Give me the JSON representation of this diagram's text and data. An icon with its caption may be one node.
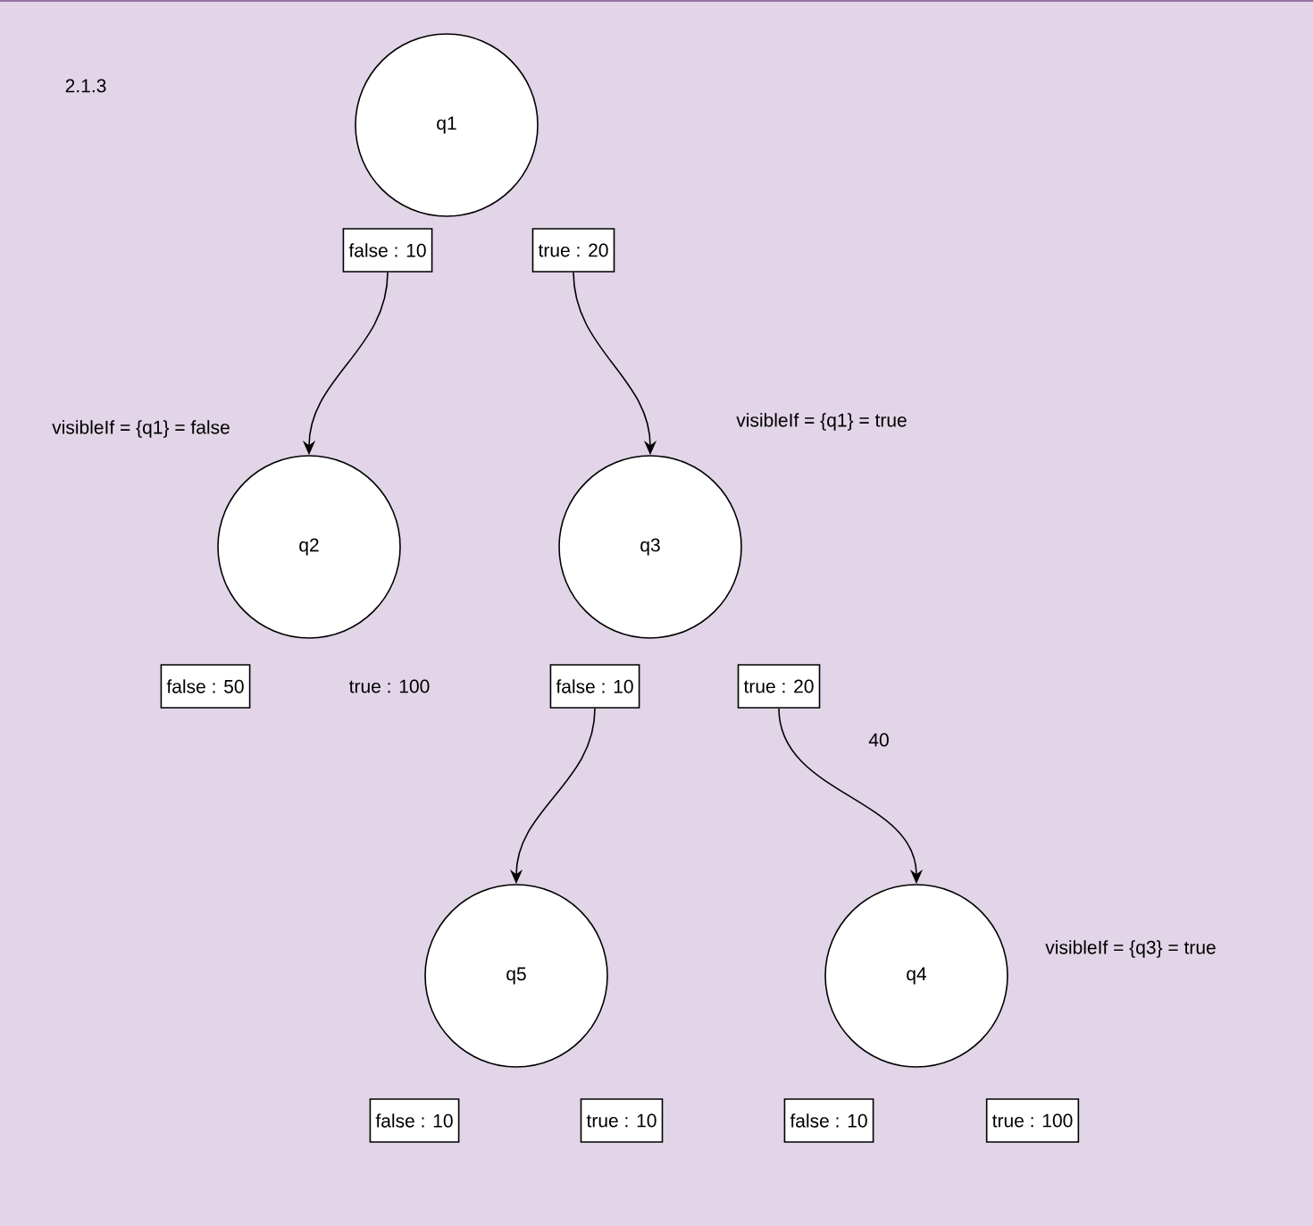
{
  "diagram": {
    "nodes": [
      {
        "text": [
          "q1"
        ]
      },
      {
        "text": [
          "false : 10"
        ]
      },
      {
        "text": [
          "true : 20"
        ]
      },
      {
        "text": [
          "q2"
        ],
        "beside": [
          "visibleIf = {q1} = false"
        ]
      },
      {
        "text": [
          "q3"
        ],
        "beside": [
          "visibleIf = {q1} = true"
        ]
      },
      {
        "text": [
          "false : 50"
        ]
      },
      {
        "text": [
          "false : 10"
        ]
      },
      {
        "text": [
          "true : 20"
        ]
      },
      {
        "text": [
          "q5"
        ]
      },
      {
        "text": [
          "q4"
        ],
        "beside": [
          "visibleIf = {q3} = true"
        ]
      },
      {
        "text": [
          "false : 10"
        ]
      },
      {
        "text": [
          "true : 10"
        ]
      },
      {
        "text": [
          "false : 10"
        ]
      },
      {
        "text": [
          "true : 100"
        ]
      }
    ],
    "edges": [
      {
        "from": 1,
        "to": 3,
        "arrow": "to"
      },
      {
        "from": 2,
        "to": 4,
        "arrow": "to"
      },
      {
        "from": 6,
        "to": 8,
        "arrow": "to"
      },
      {
        "from": 7,
        "to": 9,
        "arrow": "to",
        "label": "40"
      }
    ],
    "labels": [
      "2.1.3",
      "true : 100"
    ]
  }
}
